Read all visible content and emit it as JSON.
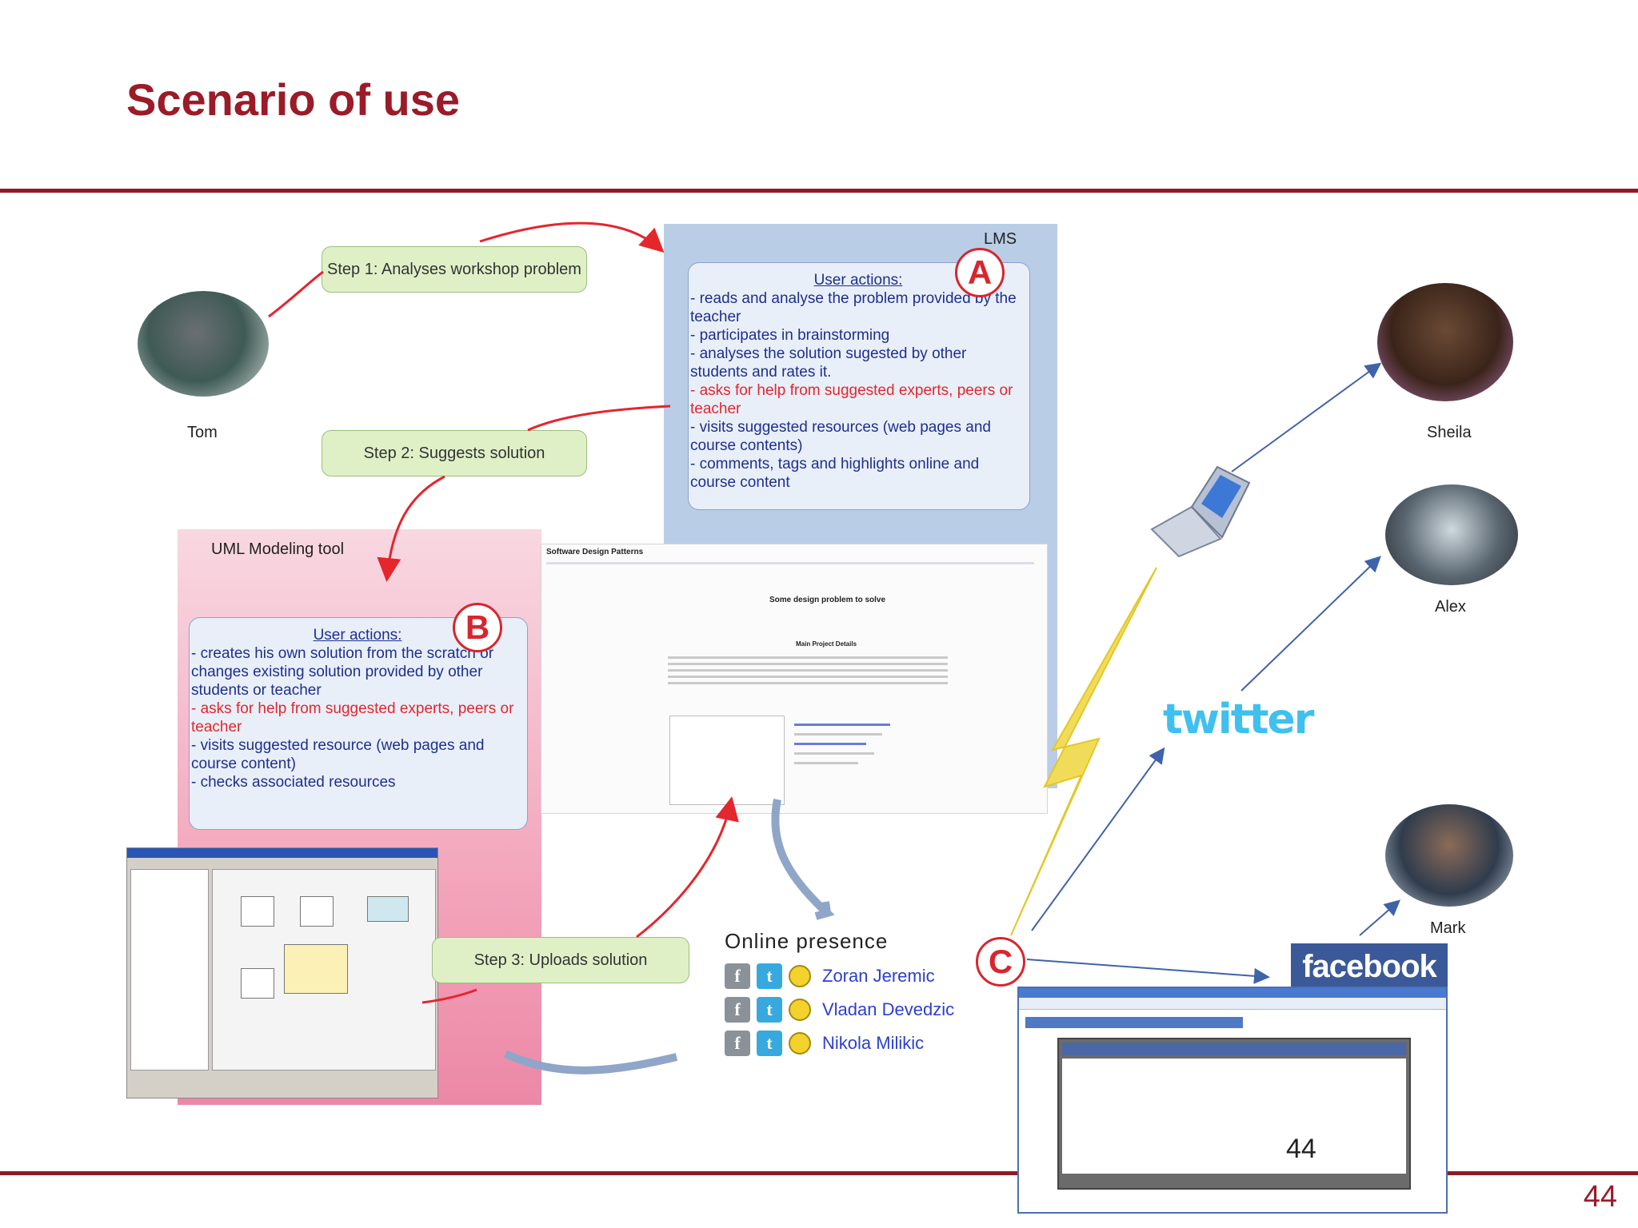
{
  "title": "Scenario of use",
  "page_number": "44",
  "overlay_number": "44",
  "lms": {
    "label": "LMS",
    "badge": "A",
    "header": "User actions:",
    "lines": [
      {
        "text": "- reads and analyse the problem provided by the teacher",
        "red": false
      },
      {
        "text": "- participates in brainstorming",
        "red": false
      },
      {
        "text": "- analyses the solution sugested by other students and rates it.",
        "red": false
      },
      {
        "text": "- asks for help from suggested experts, peers or teacher",
        "red": true
      },
      {
        "text": "- visits suggested resources (web pages and course contents)",
        "red": false
      },
      {
        "text": "- comments, tags and highlights online and course content",
        "red": false
      }
    ]
  },
  "uml": {
    "label": "UML Modeling tool",
    "badge": "B",
    "header": "User actions:",
    "lines": [
      {
        "text": "- creates his own solution from the scratch or changes existing solution provided by other students or teacher",
        "red": false
      },
      {
        "text": "- asks for help from suggested experts, peers or teacher",
        "red": true
      },
      {
        "text": "- visits suggested resource (web pages and course content)",
        "red": false
      },
      {
        "text": "- checks associated resources",
        "red": false
      }
    ]
  },
  "steps": {
    "step1": "Step 1: Analyses workshop problem",
    "step2": "Step 2: Suggests solution",
    "step3": "Step 3: Uploads solution"
  },
  "people": {
    "tom": "Tom",
    "sheila": "Sheila",
    "alex": "Alex",
    "mark": "Mark"
  },
  "online_presence": {
    "header": "Online presence",
    "badge": "C",
    "names": [
      "Zoran Jeremic",
      "Vladan Devedzic",
      "Nikola Milikic"
    ]
  },
  "screenshot": {
    "heading": "Software Design Patterns",
    "problem_title": "Some design problem to solve",
    "details_title": "Main Project Details"
  },
  "facebook": {
    "logo": "facebook"
  },
  "twitter": {
    "logo": "twitter"
  },
  "colors": {
    "title": "#9b1b28",
    "rule": "#8e1a26",
    "red_arrow": "#e4262d",
    "blue_arrow": "#3f63a8"
  }
}
